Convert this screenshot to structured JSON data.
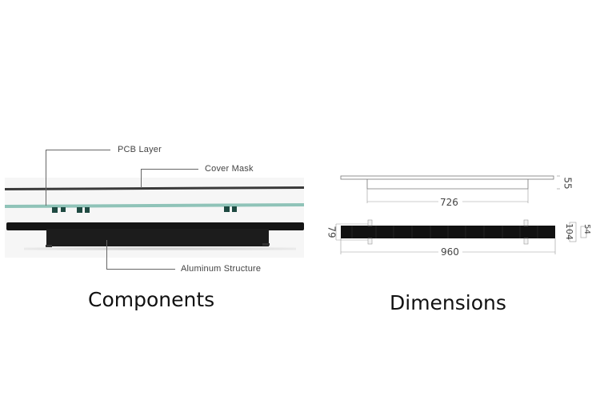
{
  "components": {
    "caption": "Components",
    "labels": {
      "pcb_layer": "PCB Layer",
      "cover_mask": "Cover Mask",
      "aluminum_structure": "Aluminum Structure"
    },
    "colors": {
      "cover_mask": "#3a3a3a",
      "pcb_layer": "#8fc3b8",
      "chips": "#1f4a42",
      "aluminum": "#151515"
    }
  },
  "dimensions": {
    "caption": "Dimensions",
    "values": {
      "inner_length": "726",
      "flange_height": "55",
      "overall_length": "960",
      "width_left": "79",
      "height_right": "104",
      "height_small": "54"
    }
  }
}
